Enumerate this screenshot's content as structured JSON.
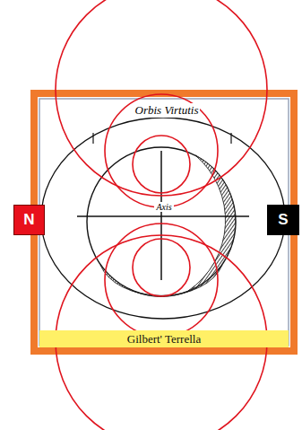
{
  "diagram": {
    "nodes": [
      {
        "text": [
          "N"
        ]
      },
      {
        "text": [
          "S"
        ]
      },
      {
        "text": [
          "Gilbert' Terrella"
        ]
      }
    ],
    "labels": [
      "Orbis Virtutis",
      "Axis"
    ]
  }
}
